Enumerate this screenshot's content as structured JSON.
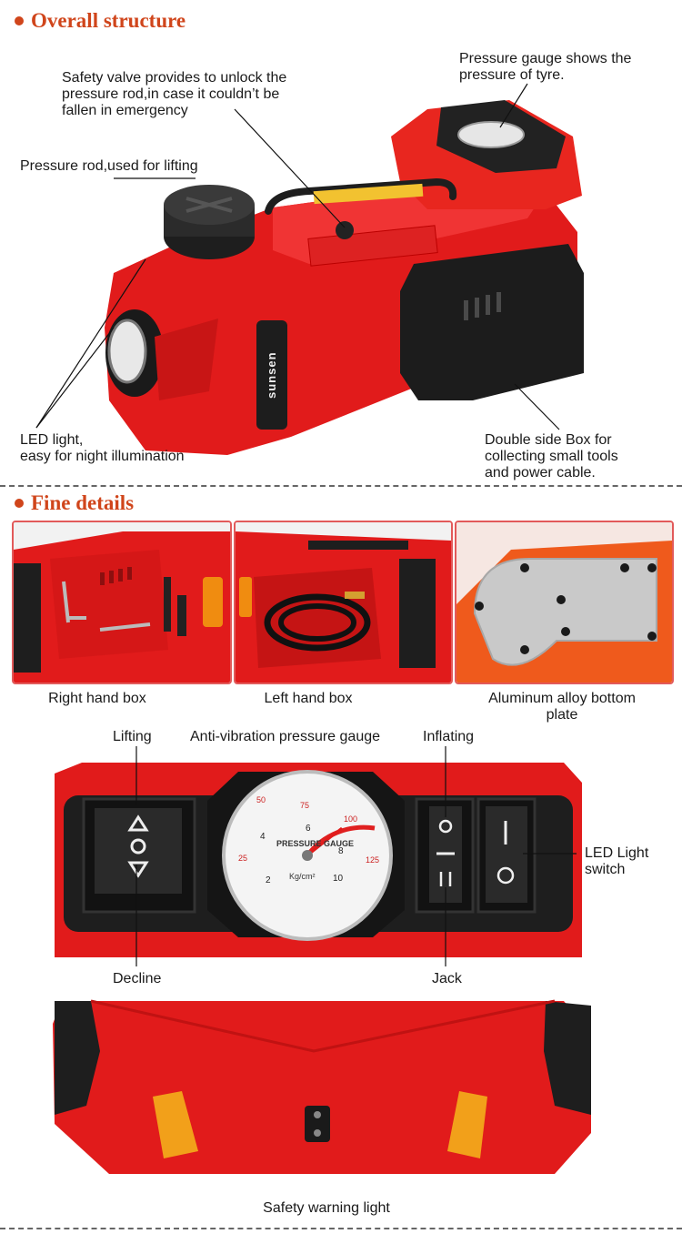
{
  "sections": {
    "overall": {
      "title": "Overall structure"
    },
    "fine": {
      "title": "Fine details"
    }
  },
  "annotations": {
    "safety_valve": [
      "Safety valve provides to unlock the",
      "pressure rod,in case it couldn’t be",
      "fallen in emergency"
    ],
    "pressure_gauge_tyre": [
      "Pressure gauge shows the",
      "pressure of tyre."
    ],
    "pressure_rod": "Pressure rod,used for lifting",
    "led_light": [
      "LED light,",
      "easy for night illumination"
    ],
    "double_box": [
      "Double side Box for",
      "collecting small tools",
      "and power cable."
    ]
  },
  "brand": "sunsen",
  "captions": {
    "right_box": "Right hand box",
    "left_box": "Left hand box",
    "bottom_plate": [
      "Aluminum alloy bottom",
      "plate"
    ]
  },
  "panel": {
    "lifting": "Lifting",
    "gauge": "Anti-vibration pressure gauge",
    "inflating": "Inflating",
    "led_switch": [
      "LED Light",
      "switch"
    ],
    "decline": "Decline",
    "jack": "Jack",
    "gauge_face": {
      "label": "PRESSURE GAUGE",
      "unit": "Kg/cm²",
      "ticks_inner": [
        "2",
        "4",
        "6",
        "8",
        "10"
      ],
      "ticks_outer": [
        "25",
        "50",
        "75",
        "100",
        "125"
      ]
    }
  },
  "bottom": {
    "caption": "Safety warning light"
  },
  "colors": {
    "accent": "#d0451b",
    "body_red": "#e11b1b",
    "dark": "#1e1e1e"
  }
}
